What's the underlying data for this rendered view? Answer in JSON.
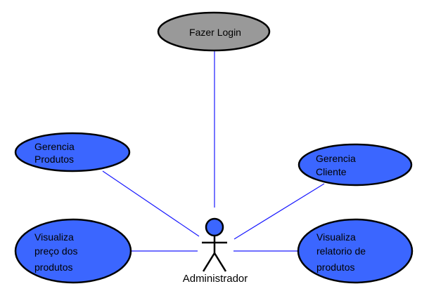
{
  "colors": {
    "use_case_fill": "#3b66ff",
    "login_fill": "#999999",
    "outline": "#000000",
    "association_line": "#1a1aff",
    "actor_head_fill": "#3b66ff"
  },
  "actor": {
    "name": "Administrador"
  },
  "use_cases": {
    "login": {
      "lines": [
        "Fazer Login"
      ]
    },
    "gerencia_produtos": {
      "lines": [
        "Gerencia",
        "Produtos"
      ]
    },
    "gerencia_cliente": {
      "lines": [
        "Gerencia",
        "Cliente"
      ]
    },
    "visualiza_preco": {
      "lines": [
        "Visualiza",
        "preço dos",
        "produtos"
      ]
    },
    "visualiza_relatorio": {
      "lines": [
        "Visualiza",
        "relatorio de",
        "produtos"
      ]
    }
  }
}
